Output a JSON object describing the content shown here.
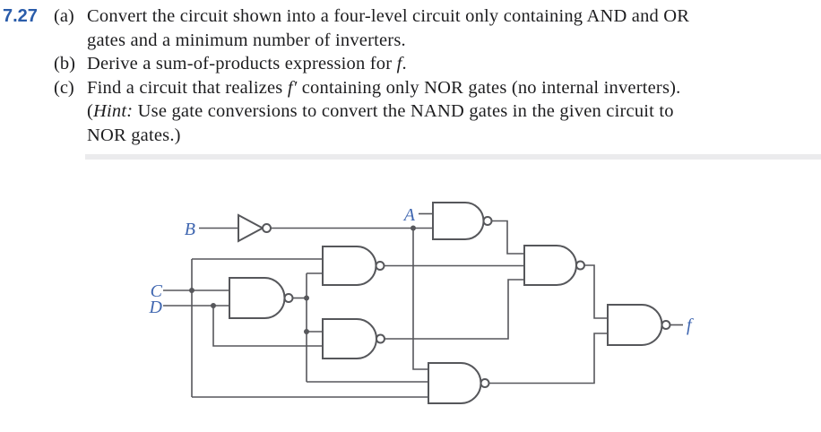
{
  "problem": {
    "number": "7.27",
    "items": [
      {
        "label": "(a)",
        "lines": [
          [
            {
              "t": "Convert the circuit shown into a four-level circuit only containing AND and OR"
            }
          ],
          [
            {
              "t": "gates and a minimum number of inverters."
            }
          ]
        ]
      },
      {
        "label": "(b)",
        "lines": [
          [
            {
              "t": "Derive a sum-of-products expression for "
            },
            {
              "t": "f",
              "i": true
            },
            {
              "t": "."
            }
          ]
        ]
      },
      {
        "label": "(c)",
        "lines": [
          [
            {
              "t": "Find a circuit that realizes "
            },
            {
              "t": "f′",
              "i": true
            },
            {
              "t": " containing only NOR gates (no internal inverters)."
            }
          ],
          [
            {
              "t": "("
            },
            {
              "t": "Hint:",
              "i": true
            },
            {
              "t": " Use gate conversions to convert the NAND gates in the given circuit to"
            }
          ],
          [
            {
              "t": "NOR gates.)"
            }
          ]
        ]
      }
    ]
  },
  "circuit": {
    "labels": {
      "a": "A",
      "b": "B",
      "c": "C",
      "d": "D",
      "f": "f"
    },
    "gates": [
      {
        "id": "inv1",
        "type": "NOT",
        "inputs": [
          "B"
        ],
        "output": "B'"
      },
      {
        "id": "g1",
        "type": "NAND2",
        "inputs": [
          "A",
          "B'"
        ]
      },
      {
        "id": "g2",
        "type": "NAND2",
        "inputs": [
          "C",
          "(CD)'"
        ]
      },
      {
        "id": "g3",
        "type": "NAND2",
        "inputs": [
          "C",
          "D"
        ],
        "output": "(CD)'"
      },
      {
        "id": "g4",
        "type": "NAND2",
        "inputs": [
          "(CD)'",
          "D"
        ]
      },
      {
        "id": "g5",
        "type": "NAND3",
        "inputs": [
          "g1",
          "g2",
          "g4"
        ]
      },
      {
        "id": "g7",
        "type": "NAND3",
        "inputs": [
          "B'",
          "(CD)'",
          "C"
        ]
      },
      {
        "id": "g6",
        "type": "NAND2",
        "inputs": [
          "g5",
          "g7"
        ],
        "output": "f"
      }
    ],
    "colors": {
      "wire": "#56575b",
      "label": "#3f66b0",
      "number": "#2a5caa",
      "text": "#1d1d1f"
    }
  }
}
